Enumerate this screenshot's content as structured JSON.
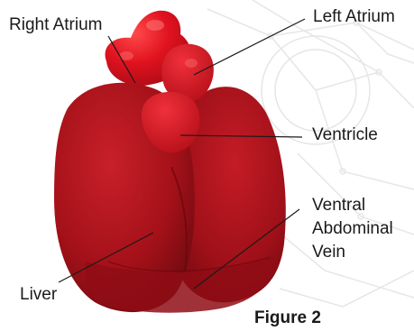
{
  "labels": {
    "right_atrium": "Right Atrium",
    "left_atrium": "Left Atrium",
    "ventricle": "Ventricle",
    "ventral_abdominal_vein_line1": "Ventral",
    "ventral_abdominal_vein_line2": "Abdominal",
    "ventral_abdominal_vein_line3": "Vein",
    "liver": "Liver"
  },
  "caption": "Figure 2",
  "colors": {
    "organ_red": "#b3121d",
    "heart_red": "#e0121f",
    "line": "#1a1a1a",
    "background_pattern": "#e6e6e6"
  }
}
